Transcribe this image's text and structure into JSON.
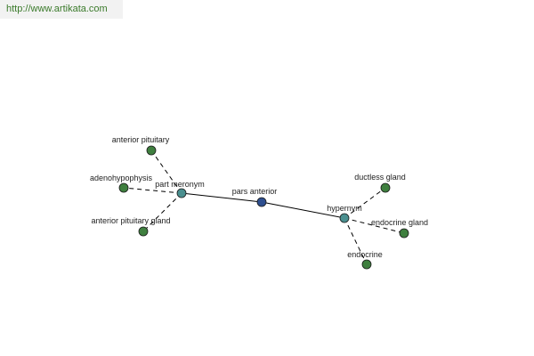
{
  "header": {
    "url": "http://www.artikata.com"
  },
  "colors": {
    "center_node": "#2e4f8f",
    "relation_node": "#4a8f8f",
    "leaf_node": "#3f7f3f"
  },
  "graph": {
    "center": {
      "id": "pars-anterior",
      "label": "pars anterior",
      "kind": "center"
    },
    "relations": [
      {
        "id": "part-meronym",
        "label": "part meronym",
        "kind": "relation"
      },
      {
        "id": "hypernym",
        "label": "hypernym",
        "kind": "relation"
      }
    ],
    "leaves": [
      {
        "id": "anterior-pituitary",
        "label": "anterior pituitary",
        "relation": "part-meronym"
      },
      {
        "id": "adenohypophysis",
        "label": "adenohypophysis",
        "relation": "part-meronym"
      },
      {
        "id": "anterior-pituitary-gland",
        "label": "anterior pituitary gland",
        "relation": "part-meronym"
      },
      {
        "id": "ductless-gland",
        "label": "ductless gland",
        "relation": "hypernym"
      },
      {
        "id": "endocrine-gland",
        "label": "endocrine gland",
        "relation": "hypernym"
      },
      {
        "id": "endocrine",
        "label": "endocrine",
        "relation": "hypernym"
      }
    ]
  }
}
